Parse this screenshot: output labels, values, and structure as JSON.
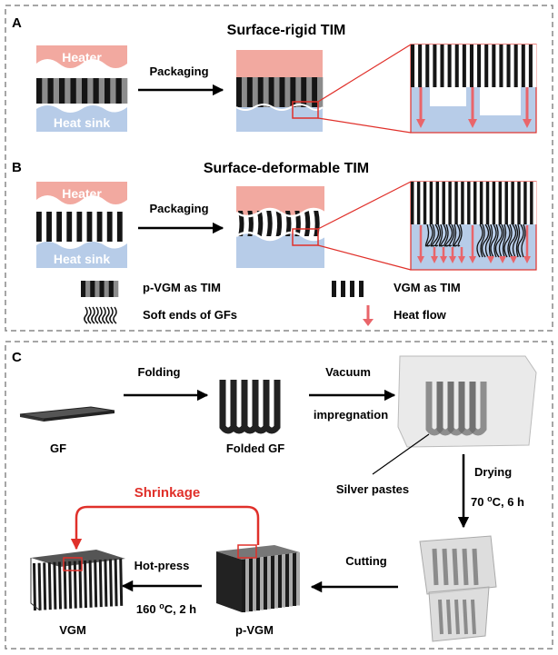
{
  "colors": {
    "heater": "#F2A9A0",
    "heat_sink": "#B7CCE8",
    "heat_flow": "#E9656A",
    "highlight": "#E0302A",
    "stripe_dark": "#151515",
    "stripe_light": "#8C8C8C",
    "panel_border": "#888888"
  },
  "panel_a": {
    "letter": "A",
    "title": "Surface-rigid TIM",
    "heater_label": "Heater",
    "sink_label": "Heat sink",
    "arrow_label": "Packaging"
  },
  "panel_b": {
    "letter": "B",
    "title": "Surface-deformable TIM",
    "heater_label": "Heater",
    "sink_label": "Heat sink",
    "arrow_label": "Packaging"
  },
  "legend": {
    "p_vgm": "p-VGM as TIM",
    "vgm": "VGM as TIM",
    "soft_ends": "Soft ends of GFs",
    "heat_flow": "Heat flow"
  },
  "panel_c": {
    "letter": "C",
    "step_folding": "Folding",
    "step_vacuum_1": "Vacuum",
    "step_vacuum_2": "impregnation",
    "label_gf": "GF",
    "label_folded_gf": "Folded GF",
    "label_silver": "Silver pastes",
    "step_drying": "Drying",
    "drying_cond_pre": "70 ",
    "drying_cond_sup": "o",
    "drying_cond_post": "C, 6 h",
    "step_cutting": "Cutting",
    "label_pvgm": "p-VGM",
    "step_hotpress": "Hot-press",
    "hotpress_cond_pre": "160 ",
    "hotpress_cond_sup": "o",
    "hotpress_cond_post": "C, 2 h",
    "label_vgm": "VGM",
    "shrinkage": "Shrinkage"
  }
}
